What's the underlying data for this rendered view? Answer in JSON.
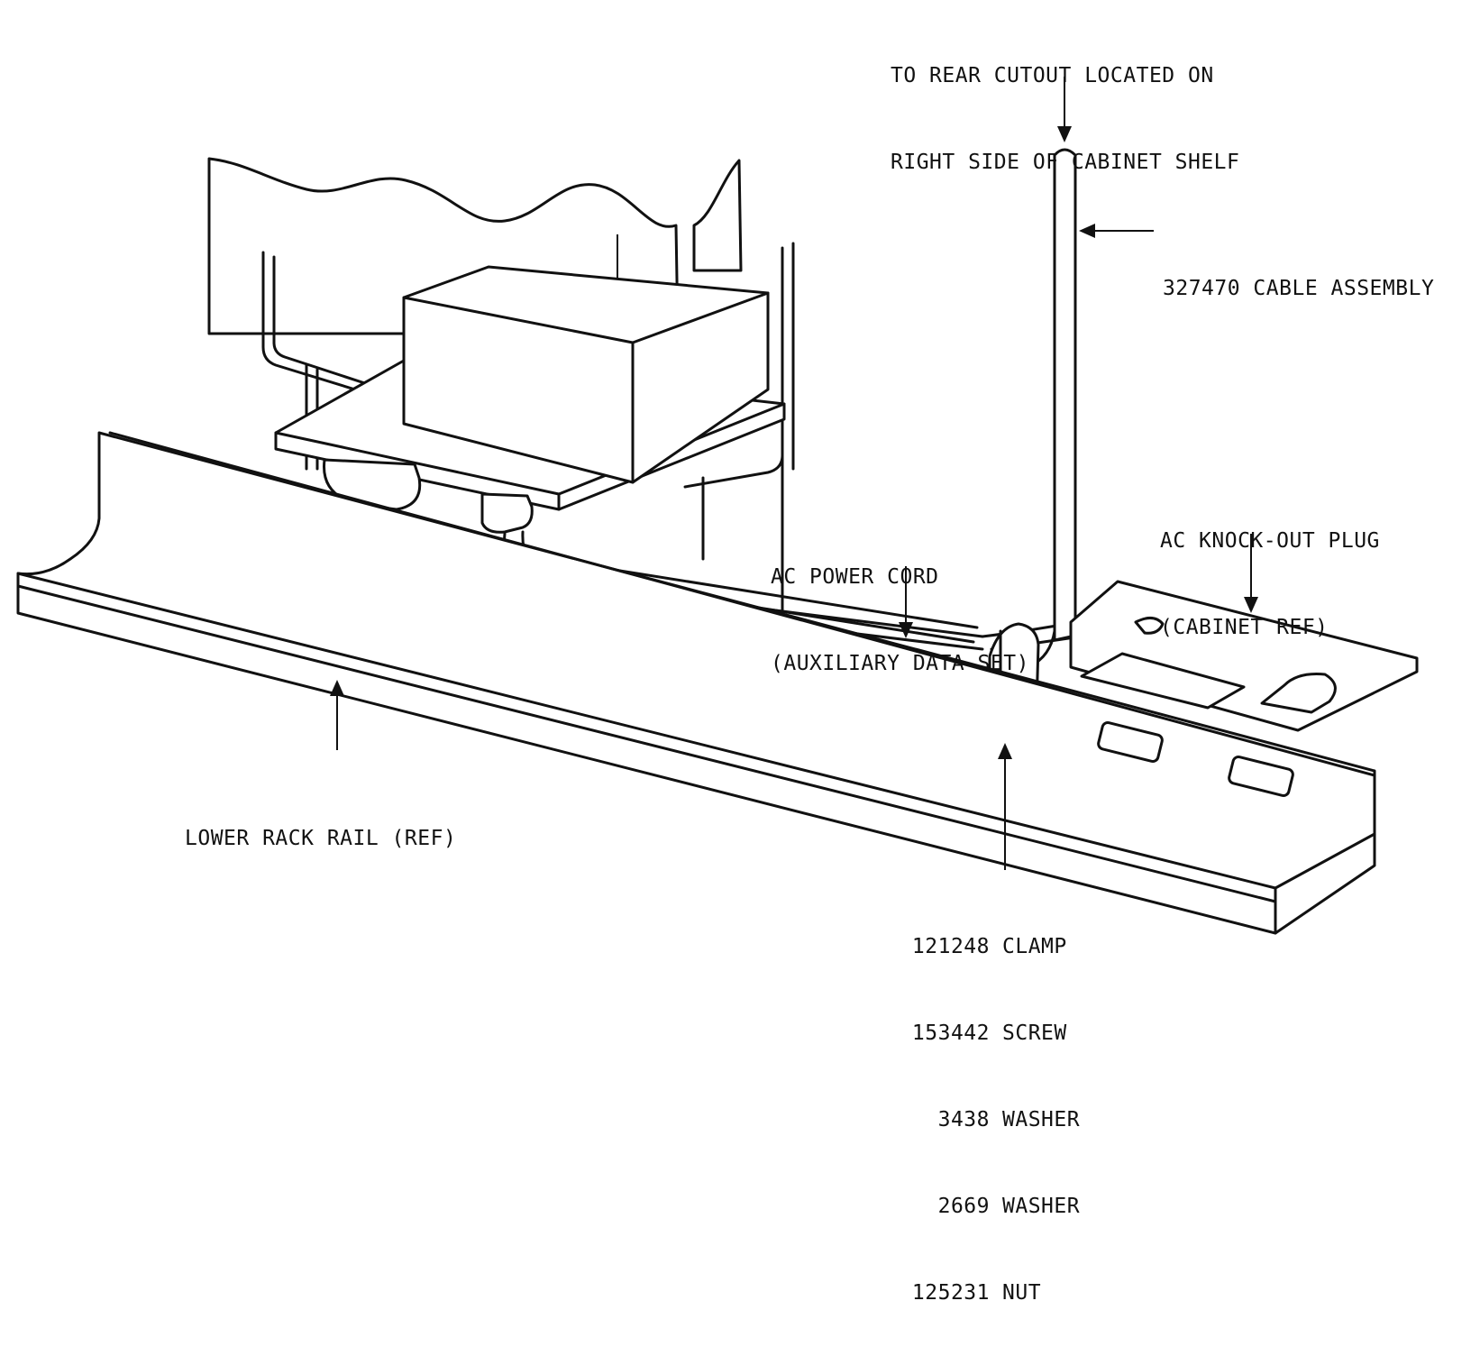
{
  "callouts": {
    "rear_cutout": {
      "line1": "TO REAR CUTOUT LOCATED ON",
      "line2": "RIGHT SIDE OF CABINET SHELF"
    },
    "cable_assembly": "327470 CABLE ASSEMBLY",
    "knockout_plug": {
      "line1": "AC KNOCK-OUT PLUG",
      "line2": "(CABINET REF)"
    },
    "power_cord": {
      "line1": "AC POWER CORD",
      "line2": "(AUXILIARY DATA SET)"
    },
    "lower_rail": "LOWER RACK RAIL (REF)",
    "hardware": [
      {
        "part": "121248",
        "name": "CLAMP"
      },
      {
        "part": "153442",
        "name": "SCREW"
      },
      {
        "part": "3438",
        "name": "WASHER"
      },
      {
        "part": "2669",
        "name": "WASHER"
      },
      {
        "part": "125231",
        "name": "NUT"
      }
    ]
  },
  "colors": {
    "ink": "#111111",
    "paper": "#ffffff"
  }
}
